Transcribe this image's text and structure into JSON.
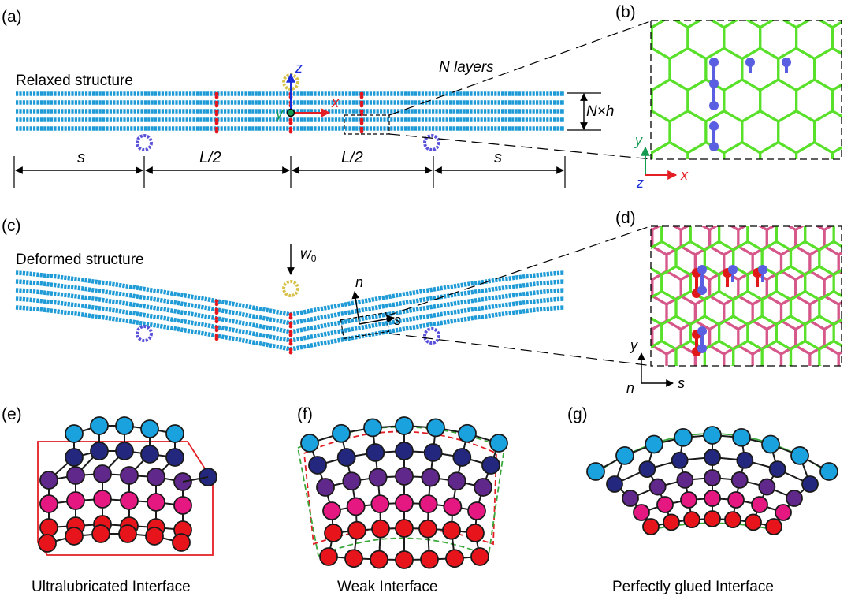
{
  "panels": {
    "a": {
      "label": "(a)",
      "title": "Relaxed structure",
      "layers": "N layers",
      "height": "N×h",
      "dims": [
        "s",
        "L/2",
        "L/2",
        "s"
      ],
      "axes": {
        "z": "z",
        "x": "x",
        "y": "y"
      }
    },
    "b": {
      "label": "(b)",
      "axes": {
        "y": "y",
        "x": "x",
        "z": "z"
      }
    },
    "c": {
      "label": "(c)",
      "title": "Deformed structure",
      "load": "w",
      "load_sub": "0",
      "axes": {
        "n": "n",
        "s": "s"
      }
    },
    "d": {
      "label": "(d)",
      "axes": {
        "y": "y",
        "n": "n",
        "s": "s"
      }
    },
    "e": {
      "label": "(e)",
      "caption": "Ultralubricated Interface"
    },
    "f": {
      "label": "(f)",
      "caption": "Weak Interface"
    },
    "g": {
      "label": "(g)",
      "caption": "Perfectly glued Interface"
    }
  },
  "colors": {
    "layer_blue": "#1e9bd7",
    "marker_red": "#e8141c",
    "indenter_purple": "#5a52d9",
    "indenter_gold": "#d8c24a",
    "graphene_green": "#59e02a",
    "graphene_pink": "#d6588a",
    "atom_blue": "#5a5ee0",
    "atom_red": "#e01818",
    "grid_rows": [
      "#1aa2df",
      "#23287e",
      "#61288c",
      "#e51781",
      "#e8141c"
    ],
    "axis_red": "#e31e24",
    "axis_blue": "#1a2ed8",
    "axis_green": "#159a52"
  }
}
